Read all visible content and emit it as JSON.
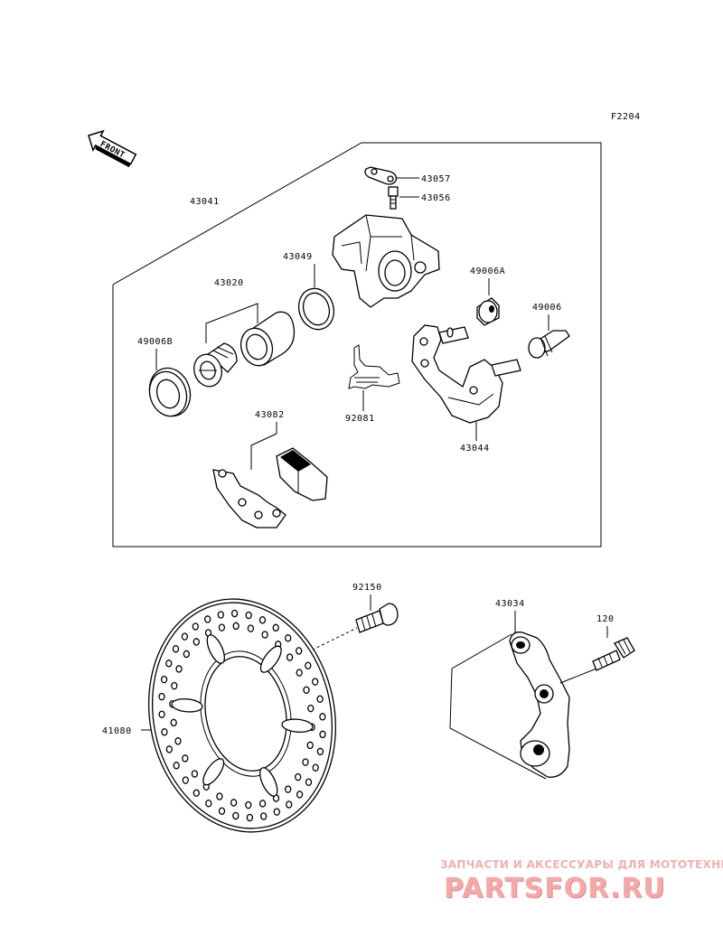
{
  "figure_code": "F2204",
  "front_label": "FRONT",
  "parts": {
    "p43041": "43041",
    "p43057": "43057",
    "p43056": "43056",
    "p43049": "43049",
    "p43020": "43020",
    "p49006A": "49006A",
    "p49006": "49006",
    "p49006B": "49006B",
    "p92081": "92081",
    "p43044": "43044",
    "p43082": "43082",
    "p92150": "92150",
    "p43034": "43034",
    "p120": "120",
    "p41080": "41080"
  },
  "watermark": {
    "line1": "ЗАПЧАСТИ И АКСЕССУАРЫ ДЛЯ МОТОТЕХНИКИ",
    "line2": "PARTSFOR.RU"
  }
}
